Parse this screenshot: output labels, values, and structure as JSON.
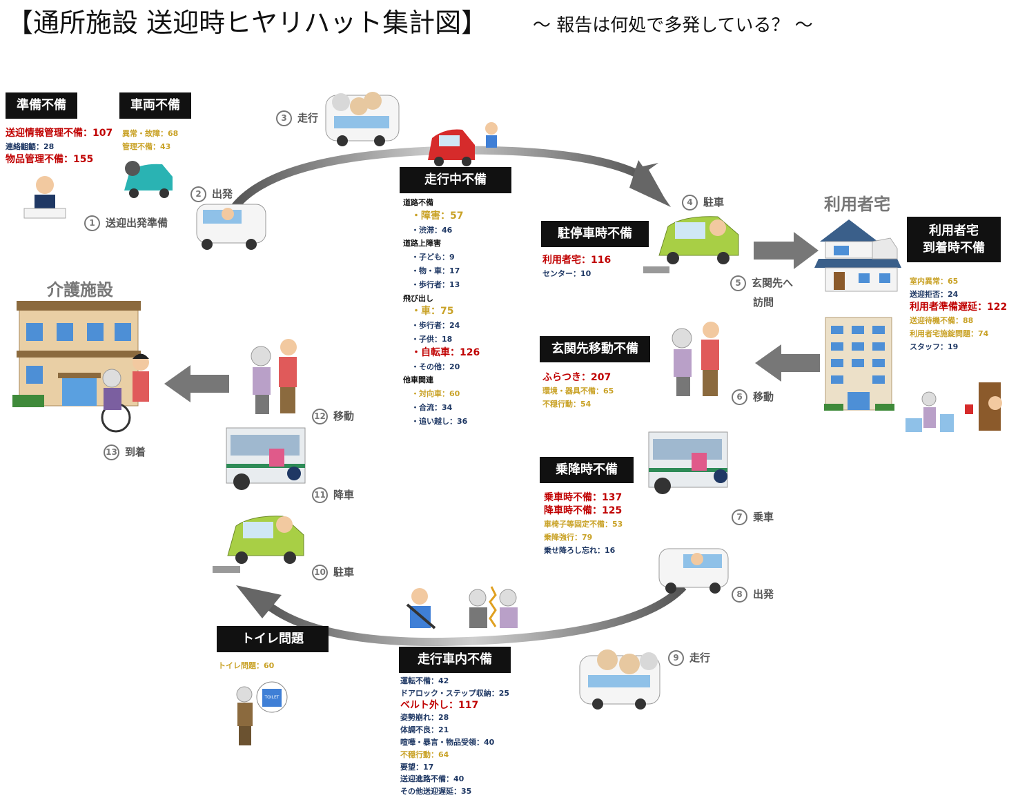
{
  "title": {
    "main": "【通所施設  送迎時ヒヤリハット集計図】",
    "sub": "～ 報告は何処で多発している？ ～"
  },
  "places": {
    "facility": "介護施設",
    "home": "利用者宅"
  },
  "steps": [
    {
      "num": "1",
      "label": "送迎出発準備"
    },
    {
      "num": "2",
      "label": "出発"
    },
    {
      "num": "3",
      "label": "走行"
    },
    {
      "num": "4",
      "label": "駐車"
    },
    {
      "num": "5",
      "label": "玄関先へ",
      "label2": "訪問"
    },
    {
      "num": "6",
      "label": "移動"
    },
    {
      "num": "7",
      "label": "乗車"
    },
    {
      "num": "8",
      "label": "出発"
    },
    {
      "num": "9",
      "label": "走行"
    },
    {
      "num": "10",
      "label": "駐車"
    },
    {
      "num": "11",
      "label": "降車"
    },
    {
      "num": "12",
      "label": "移動"
    },
    {
      "num": "13",
      "label": "到着"
    }
  ],
  "categories": {
    "prep": {
      "header": "準備不備",
      "items": [
        {
          "text": "送迎情報管理不備：107"
        },
        {
          "text": "連絡齟齬：28"
        },
        {
          "text": "物品管理不備：155"
        }
      ]
    },
    "vehicle": {
      "header": "車両不備",
      "items": [
        {
          "text": "異常・故障：68"
        },
        {
          "text": "管理不備：43"
        }
      ]
    },
    "driving": {
      "header": "走行中不備",
      "groups": [
        {
          "name": "道路不備",
          "items": [
            {
              "text": "・障害：57"
            },
            {
              "text": "・渋滞：46"
            }
          ]
        },
        {
          "name": "道路上障害",
          "items": [
            {
              "text": "・子ども：9"
            },
            {
              "text": "・物・車：17"
            },
            {
              "text": "・歩行者：13"
            }
          ]
        },
        {
          "name": "飛び出し",
          "items": [
            {
              "text": "・車：75"
            },
            {
              "text": "・歩行者：24"
            },
            {
              "text": "・子供：18"
            },
            {
              "text": "・自転車：126"
            },
            {
              "text": "・その他：20"
            }
          ]
        },
        {
          "name": "他車関連",
          "items": [
            {
              "text": "・対向車：60"
            },
            {
              "text": "・合流：34"
            },
            {
              "text": "・追い越し：36"
            }
          ]
        }
      ]
    },
    "parking": {
      "header": "駐停車時不備",
      "items": [
        {
          "text": "利用者宅：116"
        },
        {
          "text": "センター：10"
        }
      ]
    },
    "arrival": {
      "header_line1": "利用者宅",
      "header_line2": "到着時不備",
      "items": [
        {
          "text": "室内異常：65"
        },
        {
          "text": "送迎拒否：24"
        },
        {
          "text": "利用者準備遅延：122"
        },
        {
          "text": "送迎待機不備：88"
        },
        {
          "text": "利用者宅施錠問題：74"
        },
        {
          "text": "スタッフ：19"
        }
      ]
    },
    "entrance": {
      "header": "玄関先移動不備",
      "items": [
        {
          "text": "ふらつき：207"
        },
        {
          "text": "環境・器具不備：65"
        },
        {
          "text": "不穏行動：54"
        }
      ]
    },
    "boarding": {
      "header": "乗降時不備",
      "items": [
        {
          "text": "乗車時不備：137"
        },
        {
          "text": "降車時不備：125"
        },
        {
          "text": "車椅子等固定不備：53"
        },
        {
          "text": "乗降強行：79"
        },
        {
          "text": "乗せ降ろし忘れ：16"
        }
      ]
    },
    "toilet": {
      "header": "トイレ問題",
      "items": [
        {
          "text": "トイレ問題：60"
        }
      ]
    },
    "incar": {
      "header": "走行車内不備",
      "items": [
        {
          "text": "運転不備：42"
        },
        {
          "text": "ドアロック・ステップ収納：25"
        },
        {
          "text": "ベルト外し：117"
        },
        {
          "text": "姿勢崩れ：28"
        },
        {
          "text": "体調不良：21"
        },
        {
          "text": "喧嘩・暴言・物品受領：40"
        },
        {
          "text": "不穏行動：64"
        },
        {
          "text": "要望：17"
        },
        {
          "text": "送迎進路不備：40"
        },
        {
          "text": "その他送迎遅延：35"
        }
      ]
    }
  },
  "illustrations": {
    "toilet_sign": "TOILET"
  },
  "colors": {
    "red": "#c00000",
    "gold": "#c9a227",
    "blue": "#1f3864",
    "header_bg": "#111111",
    "arrow": "#777777"
  }
}
